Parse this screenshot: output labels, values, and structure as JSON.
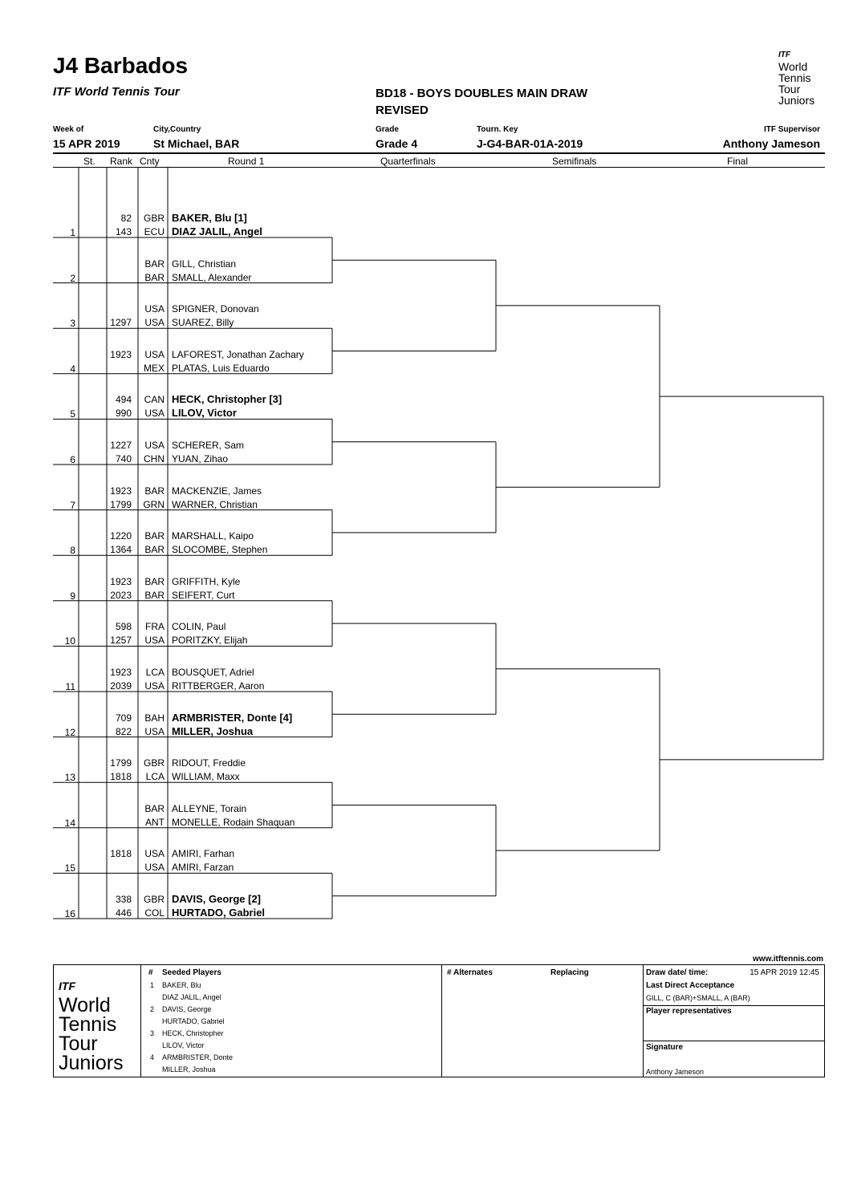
{
  "header": {
    "title": "J4 Barbados",
    "subtitle": "ITF World Tennis Tour",
    "event_line1": "BD18 -  BOYS DOUBLES MAIN DRAW",
    "event_line2": "REVISED",
    "logo": {
      "itf": "ITF",
      "l1": "World",
      "l2": "Tennis",
      "l3": "Tour",
      "l4": "Juniors"
    },
    "week_label": "Week of",
    "week_value": "15 APR 2019",
    "city_label": "City,Country",
    "city_value": "St Michael, BAR",
    "grade_label": "Grade",
    "grade_value": "Grade 4",
    "key_label": "Tourn. Key",
    "key_value": "J-G4-BAR-01A-2019",
    "supervisor_label": "ITF Supervisor",
    "supervisor_value": "Anthony Jameson"
  },
  "columns": {
    "st": "St.",
    "rank": "Rank",
    "cnty": "Cnty",
    "r1": "Round 1",
    "qf": "Quarterfinals",
    "sf": "Semifinals",
    "final": "Final"
  },
  "entries": [
    {
      "no": "1",
      "r1": "82",
      "c1": "GBR",
      "n1": "BAKER, Blu [1]",
      "r2": "143",
      "c2": "ECU",
      "n2": "DIAZ JALIL, Angel",
      "seeded": true
    },
    {
      "no": "2",
      "r1": "",
      "c1": "BAR",
      "n1": "GILL, Christian",
      "r2": "",
      "c2": "BAR",
      "n2": "SMALL, Alexander",
      "seeded": false
    },
    {
      "no": "3",
      "r1": "",
      "c1": "USA",
      "n1": "SPIGNER, Donovan",
      "r2": "1297",
      "c2": "USA",
      "n2": "SUAREZ, Billy",
      "seeded": false
    },
    {
      "no": "4",
      "r1": "1923",
      "c1": "USA",
      "n1": "LAFOREST, Jonathan Zachary",
      "r2": "",
      "c2": "MEX",
      "n2": "PLATAS, Luis Eduardo",
      "seeded": false
    },
    {
      "no": "5",
      "r1": "494",
      "c1": "CAN",
      "n1": "HECK, Christopher [3]",
      "r2": "990",
      "c2": "USA",
      "n2": "LILOV, Victor",
      "seeded": true
    },
    {
      "no": "6",
      "r1": "1227",
      "c1": "USA",
      "n1": "SCHERER, Sam",
      "r2": "740",
      "c2": "CHN",
      "n2": "YUAN, Zihao",
      "seeded": false
    },
    {
      "no": "7",
      "r1": "1923",
      "c1": "BAR",
      "n1": "MACKENZIE, James",
      "r2": "1799",
      "c2": "GRN",
      "n2": "WARNER, Christian",
      "seeded": false
    },
    {
      "no": "8",
      "r1": "1220",
      "c1": "BAR",
      "n1": "MARSHALL, Kaipo",
      "r2": "1364",
      "c2": "BAR",
      "n2": "SLOCOMBE, Stephen",
      "seeded": false
    },
    {
      "no": "9",
      "r1": "1923",
      "c1": "BAR",
      "n1": "GRIFFITH, Kyle",
      "r2": "2023",
      "c2": "BAR",
      "n2": "SEIFERT, Curt",
      "seeded": false
    },
    {
      "no": "10",
      "r1": "598",
      "c1": "FRA",
      "n1": "COLIN, Paul",
      "r2": "1257",
      "c2": "USA",
      "n2": "PORITZKY, Elijah",
      "seeded": false
    },
    {
      "no": "11",
      "r1": "1923",
      "c1": "LCA",
      "n1": "BOUSQUET, Adriel",
      "r2": "2039",
      "c2": "USA",
      "n2": "RITTBERGER, Aaron",
      "seeded": false
    },
    {
      "no": "12",
      "r1": "709",
      "c1": "BAH",
      "n1": "ARMBRISTER, Donte [4]",
      "r2": "822",
      "c2": "USA",
      "n2": "MILLER, Joshua",
      "seeded": true
    },
    {
      "no": "13",
      "r1": "1799",
      "c1": "GBR",
      "n1": "RIDOUT, Freddie",
      "r2": "1818",
      "c2": "LCA",
      "n2": "WILLIAM, Maxx",
      "seeded": false
    },
    {
      "no": "14",
      "r1": "",
      "c1": "BAR",
      "n1": "ALLEYNE, Torain",
      "r2": "",
      "c2": "ANT",
      "n2": "MONELLE, Rodain Shaquan",
      "seeded": false
    },
    {
      "no": "15",
      "r1": "1818",
      "c1": "USA",
      "n1": "AMIRI, Farhan",
      "r2": "",
      "c2": "USA",
      "n2": "AMIRI, Farzan",
      "seeded": false
    },
    {
      "no": "16",
      "r1": "338",
      "c1": "GBR",
      "n1": "DAVIS, George [2]",
      "r2": "446",
      "c2": "COL",
      "n2": "HURTADO, Gabriel",
      "seeded": true
    }
  ],
  "footer": {
    "website": "www.itftennis.com",
    "logo": {
      "itf": "ITF",
      "l1": "World",
      "l2": "Tennis",
      "l3": "Tour",
      "l4": "Juniors"
    },
    "seeded_hash": "#",
    "seeded_label": "Seeded Players",
    "seeds": [
      {
        "no": "1",
        "p1": "BAKER, Blu",
        "p2": "DIAZ JALIL, Angel"
      },
      {
        "no": "2",
        "p1": "DAVIS, George",
        "p2": "HURTADO, Gabriel"
      },
      {
        "no": "3",
        "p1": "HECK, Christopher",
        "p2": "LILOV, Victor"
      },
      {
        "no": "4",
        "p1": "ARMBRISTER, Donte",
        "p2": "MILLER, Joshua"
      }
    ],
    "alternates_label": "# Alternates",
    "replacing_label": "Replacing",
    "draw_date_label": "Draw date/ time:",
    "draw_date_value": "15 APR 2019 12:45",
    "lda_label": "Last Direct Acceptance",
    "lda_value": "GILL, C (BAR)+SMALL, A (BAR)",
    "player_reps_label": "Player representatives",
    "signature_label": "Signature",
    "signature_value": "Anthony Jameson"
  }
}
